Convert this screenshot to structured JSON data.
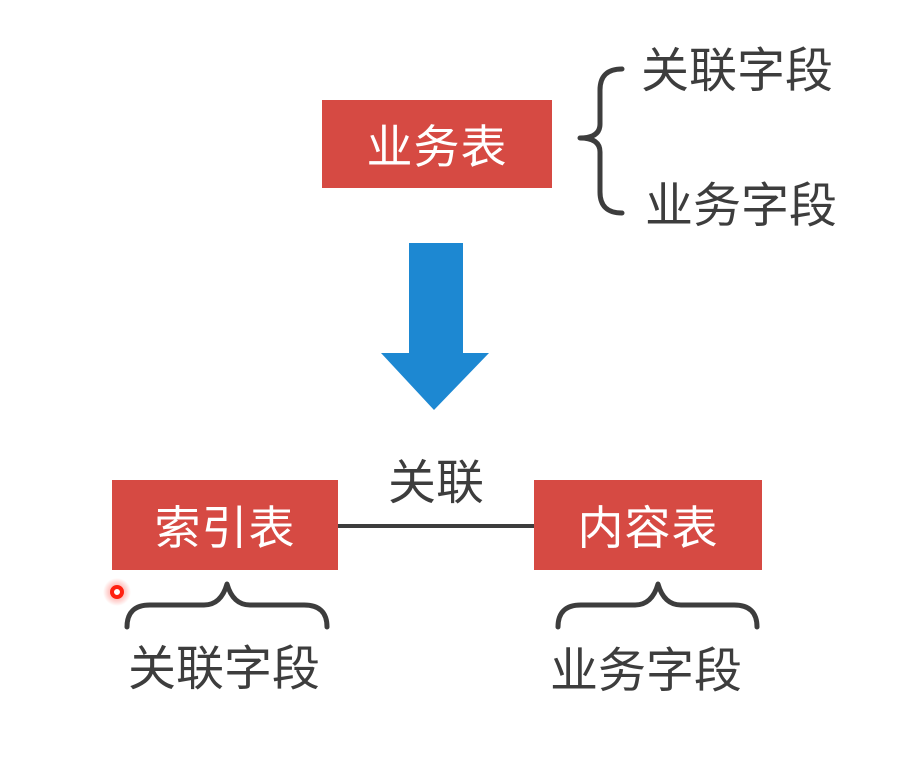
{
  "colors": {
    "box-red": "#d64a43",
    "box-text": "#ffffff",
    "ink": "#3d3d3d",
    "arrow-blue": "#1d88d2",
    "laser-red": "#ff2010"
  },
  "top": {
    "table": "业务表",
    "fields": [
      "关联字段",
      "业务字段"
    ]
  },
  "bottom": {
    "relation": "关联",
    "left": {
      "table": "索引表",
      "field": "关联字段"
    },
    "right": {
      "table": "内容表",
      "field": "业务字段"
    }
  }
}
